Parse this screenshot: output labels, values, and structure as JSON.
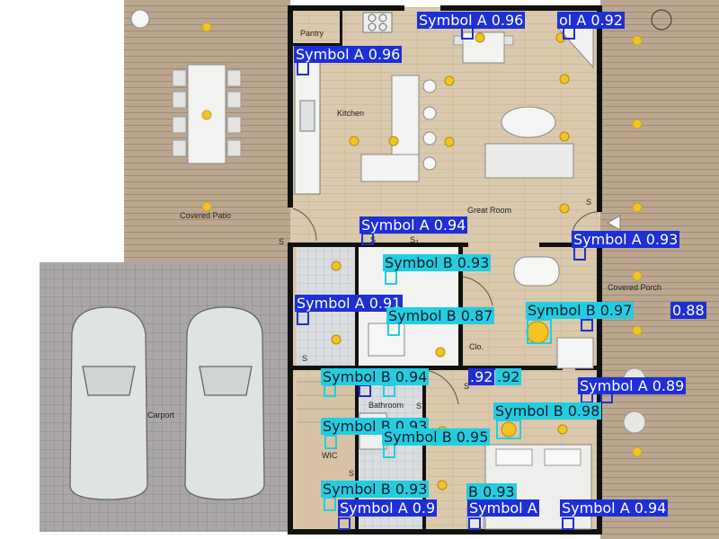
{
  "rooms": {
    "pantry": "Pantry",
    "kitchen": "Kitchen",
    "great_room": "Great Room",
    "covered_patio": "Covered Patio",
    "covered_porch": "Covered Porch",
    "carport": "Carport",
    "closet": "Clo.",
    "bathroom": "Bathroom",
    "wic": "WIC"
  },
  "switch_marks": [
    "S",
    "S",
    "S",
    "S₃",
    "S",
    "S",
    "S",
    "S"
  ],
  "detections": [
    {
      "label": "Symbol A 0.96"
    },
    {
      "label": "ol A 0.92"
    },
    {
      "label": "Symbol A 0.96"
    },
    {
      "label": "Symbol A 0.94"
    },
    {
      "label": "Symbol A 0.93"
    },
    {
      "label": "Symbol B 0.93"
    },
    {
      "label": "Symbol A 0.91"
    },
    {
      "label": "Symbol B 0.87"
    },
    {
      "label": "Symbol B 0.97"
    },
    {
      "label": "0.88"
    },
    {
      "label": "Symbol B 0.94"
    },
    {
      "label": ".92"
    },
    {
      "label": ".92"
    },
    {
      "label": "Symbol A 0.89"
    },
    {
      "label": "Symbol B 0.98"
    },
    {
      "label": "Symbol B 0.93"
    },
    {
      "label": "Symbol B 0.95"
    },
    {
      "label": "Symbol B 0.93"
    },
    {
      "label": "B 0.93"
    },
    {
      "label": "Symbol A 0.9"
    },
    {
      "label": "Symbol A"
    },
    {
      "label": "Symbol A 0.94"
    }
  ],
  "colors": {
    "symbol_a": "#1d2fd6",
    "symbol_b": "#22cde0",
    "wall": "#111111",
    "wood_floor": "#d8c7ab",
    "deck": "#b9a48d",
    "tile": "#a4a4a4",
    "light_fixture": "#f3c325"
  }
}
